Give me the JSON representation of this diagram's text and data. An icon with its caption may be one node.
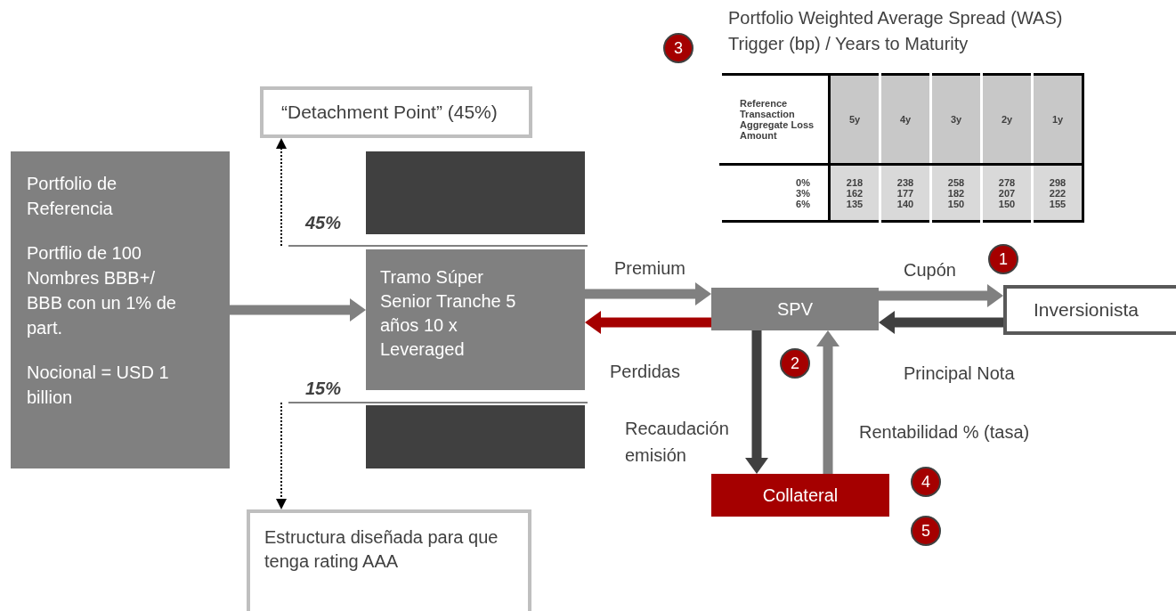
{
  "diagram": {
    "nodes": [
      {
        "text": [
          "Portfolio de Referencia",
          "Portflio de 100 Nombres BBB+/ BBB con un 1% de part.",
          "Nocional = USD 1 billion"
        ]
      },
      {
        "text": [
          "“Detachment Point” (45%)"
        ]
      },
      {
        "text": [],
        "shape": "bar"
      },
      {
        "text": [
          "Tramo Súper Senior Tranche 5 años 10 x Leveraged"
        ]
      },
      {
        "text": [],
        "shape": "bar"
      },
      {
        "text": [
          "Estructura diseñada para que tenga rating AAA"
        ]
      },
      {
        "text": [
          "SPV"
        ]
      },
      {
        "text": [
          "Inversionista"
        ]
      },
      {
        "text": [
          "Collateral"
        ]
      }
    ],
    "edges": [
      {
        "from": 0,
        "to": 3,
        "arrow": "to"
      },
      {
        "from": 3,
        "to": 6,
        "arrow": "to",
        "label": "Premium"
      },
      {
        "from": 6,
        "to": 3,
        "arrow": "to",
        "label": "Perdidas",
        "color": "#a50000"
      },
      {
        "from": 6,
        "to": 7,
        "arrow": "to",
        "label": "Cupón"
      },
      {
        "from": 7,
        "to": 6,
        "arrow": "to",
        "label": "Principal Nota",
        "color": "#404040"
      },
      {
        "from": 6,
        "to": 8,
        "arrow": "to",
        "label": "Recaudación emisión",
        "color": "#404040"
      },
      {
        "from": 8,
        "to": 6,
        "arrow": "to",
        "label": "Rentabilidad % (tasa)"
      },
      {
        "from": null,
        "to": 1,
        "arrow": "to",
        "style": "dashed",
        "color": "#000000"
      },
      {
        "from": null,
        "to": 5,
        "arrow": "to",
        "style": "dashed",
        "color": "#000000"
      }
    ],
    "labels": [
      "Portfolio Weighted Average Spread (WAS) Trigger (bp) / Years to Maturity",
      "3",
      "Reference Transaction Aggregate Loss Amount",
      "5y",
      "4y",
      "3y",
      "2y",
      "1y",
      "0% 3% 6%",
      "218 162 135",
      "238 177 140",
      "258 182 150",
      "278 207 150",
      "298 222 155",
      "45%",
      "1",
      "15%",
      "2",
      "4",
      "5"
    ]
  }
}
